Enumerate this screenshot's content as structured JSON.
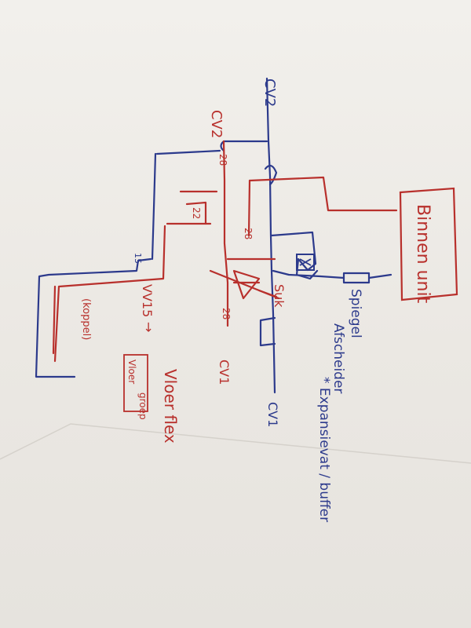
{
  "colors": {
    "paper": "#efede9",
    "blue_ink": "#2c3a8c",
    "red_ink": "#b8302c"
  },
  "labels": {
    "cv2_top": "CV2",
    "cv2_left": "CV2",
    "cv1_right": "CV1",
    "cv1_left": "CV1",
    "vv15": "VV15",
    "vv15_arrow": "→",
    "suk": "Suk",
    "n28_a": "28",
    "n28_b": "28",
    "n28_c": "28",
    "n22": "22",
    "n15": "15",
    "koppel": "(koppel)",
    "vloer_group": "Vloer",
    "vloer_group_2": "groep",
    "vloer_flex": "Vloer flex",
    "binnen_unit": "Binnen unit",
    "spiegel": "Spiegel",
    "afscheider": "Afscheider",
    "expansie": "* Expansievat / buffer"
  }
}
